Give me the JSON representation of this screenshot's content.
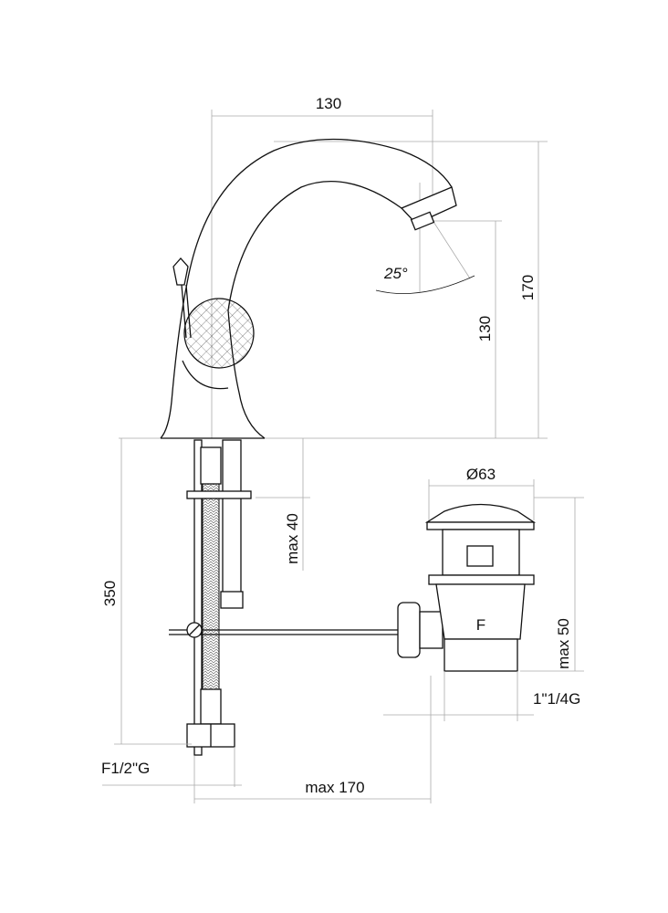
{
  "drawing": {
    "title": "Single-lever basin mixer technical drawing",
    "dimensions": {
      "spout_reach": "130",
      "total_height": "170",
      "spout_height": "130",
      "spout_angle": "25°",
      "max_deck_thickness": "max 40",
      "hose_length": "350",
      "drain_diameter": "Ø63",
      "drain_max_depth": "max 50",
      "drain_thread": "1\"1/4G",
      "inlet_thread": "F1/2\"G",
      "max_rod_length": "max 170"
    },
    "drain_marking": "F"
  },
  "colors": {
    "line": "#111111",
    "dimension_line": "#aaaaaa",
    "background": "#ffffff"
  }
}
